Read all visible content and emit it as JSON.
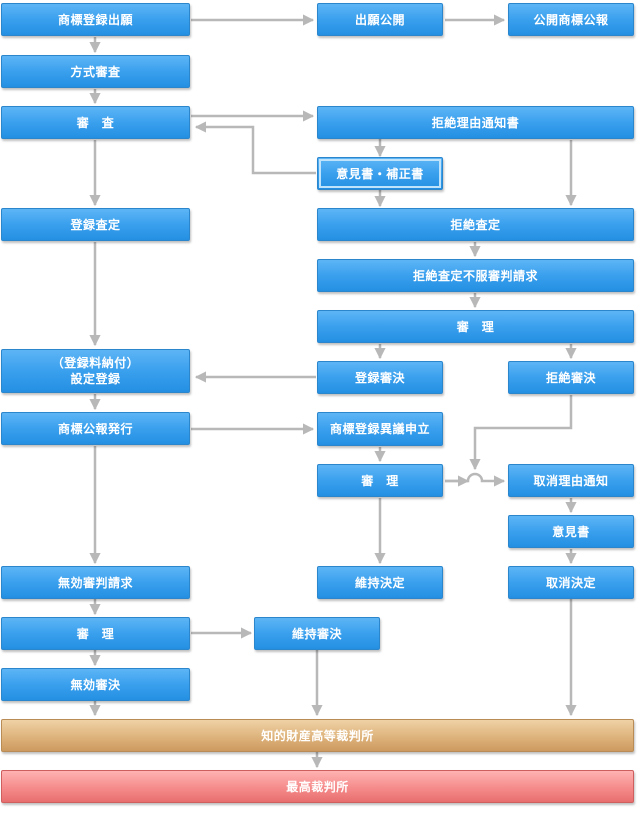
{
  "nodes": {
    "application": "商標登録出願",
    "publication": "出願公開",
    "gazette": "公開商標公報",
    "formal_exam": "方式審査",
    "examination": "審　査",
    "refusal_notice": "拒絶理由通知書",
    "opinion_amendment": "意見書・補正書",
    "registration_decision": "登録査定",
    "refusal_decision": "拒絶査定",
    "appeal_request": "拒絶査定不服審判請求",
    "trial": "審　理",
    "registration_payment": "（登録料納付）\n設定登録",
    "appeal_registration": "登録審決",
    "appeal_refusal": "拒絶審決",
    "trademark_gazette": "商標公報発行",
    "opposition": "商標登録異議申立",
    "opposition_trial": "審　理",
    "cancellation_notice": "取消理由通知",
    "opinion": "意見書",
    "invalidation_request": "無効審判請求",
    "maintenance_decision": "維持決定",
    "cancellation_decision": "取消決定",
    "invalidation_trial": "審　理",
    "maintenance_ruling": "維持審決",
    "invalidation_ruling": "無効審決",
    "ip_high_court": "知的財産高等裁判所",
    "supreme_court": "最高裁判所"
  }
}
